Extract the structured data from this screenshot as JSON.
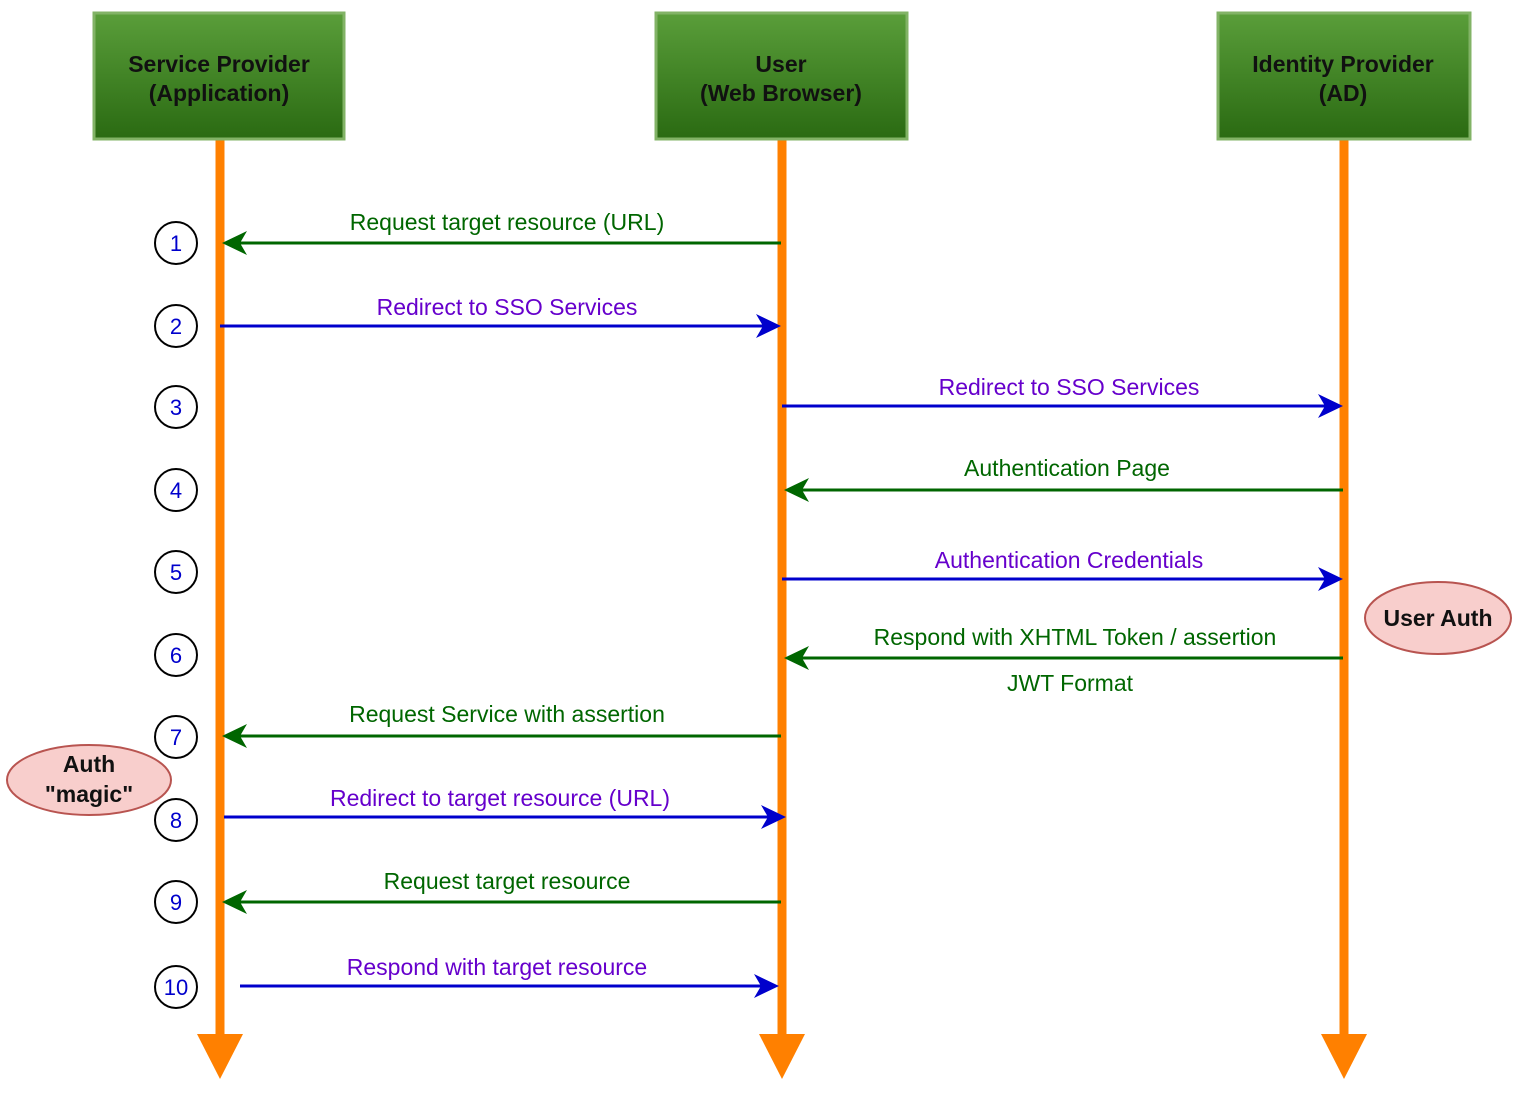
{
  "actors": [
    {
      "id": "sp",
      "line1": "Service Provider",
      "line2": "(Application)"
    },
    {
      "id": "user",
      "line1": "User",
      "line2": "(Web Browser)"
    },
    {
      "id": "idp",
      "line1": "Identity Provider",
      "line2": "(AD)"
    }
  ],
  "steps": [
    {
      "number": "1",
      "label": "Request target resource (URL)",
      "from": "user",
      "to": "sp",
      "kind": "request"
    },
    {
      "number": "2",
      "label": "Redirect to SSO Services",
      "from": "sp",
      "to": "user",
      "kind": "response"
    },
    {
      "number": "3",
      "label": "Redirect to SSO Services",
      "from": "user",
      "to": "idp",
      "kind": "response"
    },
    {
      "number": "4",
      "label": "Authentication Page",
      "from": "idp",
      "to": "user",
      "kind": "request"
    },
    {
      "number": "5",
      "label": "Authentication Credentials",
      "from": "user",
      "to": "idp",
      "kind": "response"
    },
    {
      "number": "6",
      "label": "Respond with XHTML Token / assertion",
      "sublabel": "JWT Format",
      "from": "idp",
      "to": "user",
      "kind": "request"
    },
    {
      "number": "7",
      "label": "Request Service with assertion",
      "from": "user",
      "to": "sp",
      "kind": "request"
    },
    {
      "number": "8",
      "label": "Redirect to target resource (URL)",
      "from": "sp",
      "to": "user",
      "kind": "response"
    },
    {
      "number": "9",
      "label": "Request target resource",
      "from": "user",
      "to": "sp",
      "kind": "request"
    },
    {
      "number": "10",
      "label": "Respond with target resource",
      "from": "sp",
      "to": "user",
      "kind": "response"
    }
  ],
  "notes": [
    {
      "id": "auth-magic",
      "line1": "Auth",
      "line2": "\"magic\""
    },
    {
      "id": "user-auth",
      "line1": "User Auth"
    }
  ],
  "colors": {
    "lifeline": "#ff8000",
    "actor_top": "#5a9e3a",
    "actor_bottom": "#2a6a12",
    "actor_border": "#82b366",
    "request_arrow": "#006600",
    "request_text": "#006600",
    "response_arrow": "#0000cc",
    "response_text": "#6600cc",
    "step_text": "#0000cc",
    "note_fill": "#f8cecc",
    "note_border": "#b85450"
  }
}
